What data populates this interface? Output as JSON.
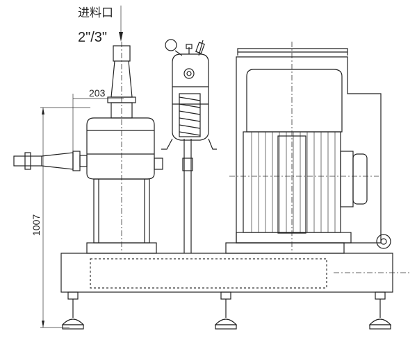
{
  "inlet": {
    "label": "进料口",
    "size": "2\"/3\""
  },
  "dimensions": {
    "width_offset": "203",
    "height": "1007"
  }
}
